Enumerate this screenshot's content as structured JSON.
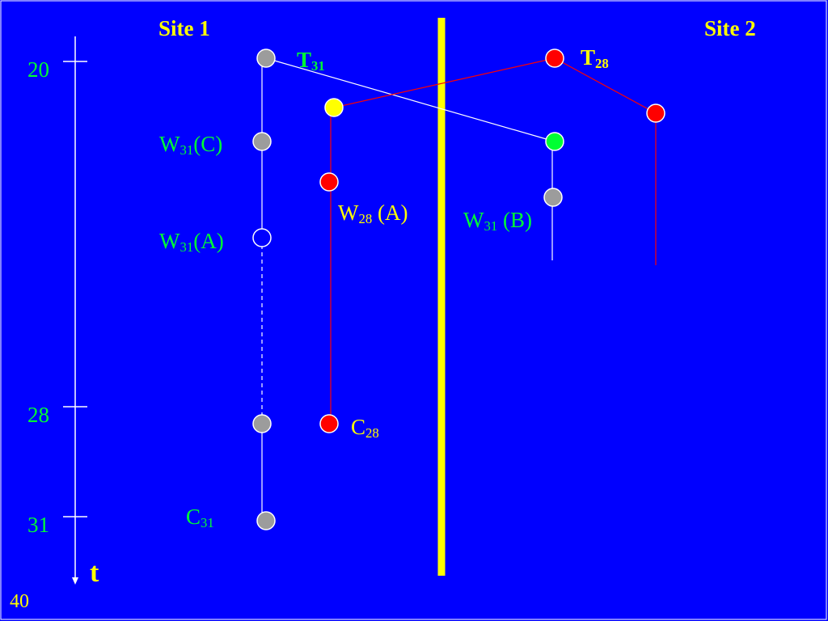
{
  "slide": {
    "page_number": "40",
    "background": "#0000ff"
  },
  "colors": {
    "green": "#00ff33",
    "yellow": "#ffff00",
    "red": "#ff0000",
    "gray": "#9c9c9c",
    "white": "#ffffff"
  },
  "sites": {
    "site1": "Site 1",
    "site2": "Site 2"
  },
  "time_axis": {
    "label": "t",
    "ticks": [
      "20",
      "28",
      "31"
    ]
  },
  "site1": {
    "t31": {
      "main": "T",
      "sub": "31"
    },
    "w31c": {
      "main": "W",
      "sub": "31",
      "suffix": "(C)"
    },
    "w31a": {
      "main": "W",
      "sub": "31",
      "suffix": "(A)"
    },
    "w28a": {
      "main": "W",
      "sub": "28",
      "suffix": " (A)"
    },
    "c28": {
      "main": "C",
      "sub": "28"
    },
    "c31": {
      "main": "C",
      "sub": "31"
    }
  },
  "site2": {
    "t28": {
      "main": "T",
      "sub": "28"
    },
    "w31b": {
      "main": "W",
      "sub": "31",
      "suffix": " (B)"
    }
  }
}
